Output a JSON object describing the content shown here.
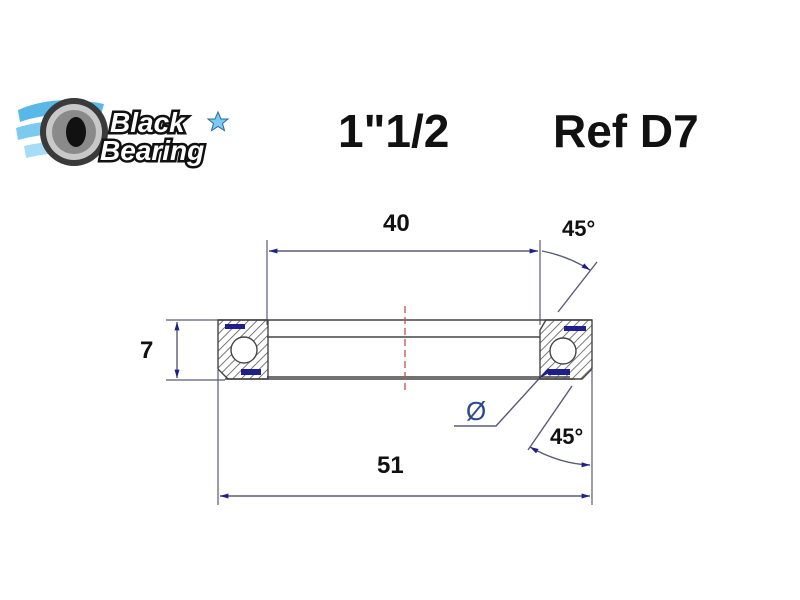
{
  "brand": {
    "logo_line1": "Black",
    "logo_line2": "Bearing",
    "logo_icon": "bearing-wheel-icon",
    "star_icon": "star-icon"
  },
  "header": {
    "size": "1\"1/2",
    "reference": "Ref D7"
  },
  "dimensions": {
    "inner_diameter": "40",
    "outer_diameter": "51",
    "height": "7",
    "top_angle": "45°",
    "bottom_angle": "45°",
    "diameter_symbol": "Ø"
  },
  "colors": {
    "line": "#5a5a78",
    "arrow": "#1e1e8c",
    "seal": "#1e1e8c",
    "centerline": "#c0504d",
    "text": "#111111"
  }
}
